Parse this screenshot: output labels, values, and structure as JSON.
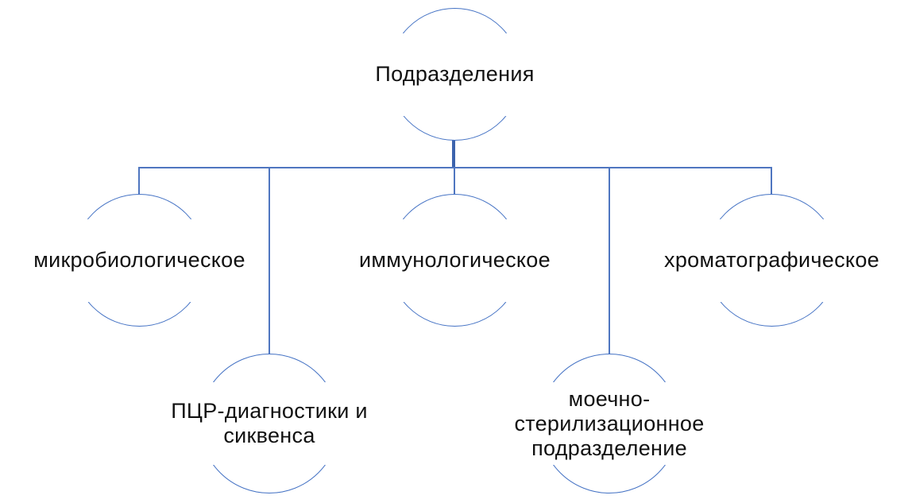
{
  "diagram": {
    "type": "org-chart",
    "root": {
      "id": "podrazdeleniya",
      "label": "Подразделения",
      "lines": [
        "Подразделения"
      ]
    },
    "children": [
      {
        "id": "mikrobiologicheskoe",
        "label": "микробиологическое",
        "lines": [
          "микробиологическое"
        ]
      },
      {
        "id": "pcr-diagnostiki-i-sikvensa",
        "label": "ПЦР-диагностики и сиквенса",
        "lines": [
          "ПЦР-диагностики и",
          "сиквенса"
        ]
      },
      {
        "id": "immunologicheskoe",
        "label": "иммунологическое",
        "lines": [
          "иммунологическое"
        ]
      },
      {
        "id": "moechno-sterilizacionnoe-podrazdelenie",
        "label": "моечно-стерилизационное подразделение",
        "lines": [
          "моечно-",
          "стерилизационное",
          "подразделение"
        ]
      },
      {
        "id": "khromatograficheskoe",
        "label": "хроматографическое",
        "lines": [
          "хроматографическое"
        ]
      }
    ],
    "edges": [
      {
        "from": "podrazdeleniya",
        "to": "mikrobiologicheskoe"
      },
      {
        "from": "podrazdeleniya",
        "to": "pcr-diagnostiki-i-sikvensa"
      },
      {
        "from": "podrazdeleniya",
        "to": "immunologicheskoe"
      },
      {
        "from": "podrazdeleniya",
        "to": "moechno-sterilizacionnoe-podrazdelenie"
      },
      {
        "from": "podrazdeleniya",
        "to": "khromatograficheskoe"
      }
    ],
    "colors": {
      "shape_outline": "#4472c4",
      "connector": "#4f76c0",
      "connector_thick": "#3c63ad",
      "text": "#111111",
      "background": "#ffffff"
    }
  }
}
